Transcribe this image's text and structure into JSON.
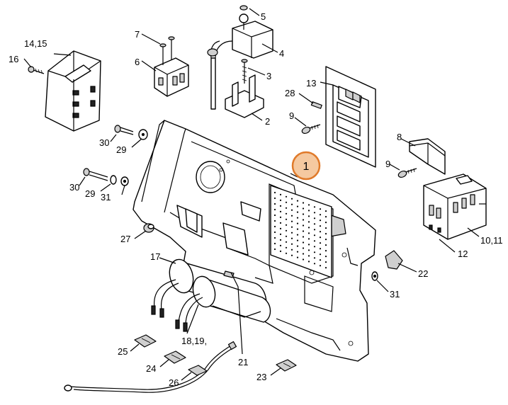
{
  "colors": {
    "highlight_fill": "#f5c9a0",
    "highlight_stroke": "#e07a2a",
    "ink": "#000000"
  },
  "callouts": {
    "c1": "1",
    "c2": "2",
    "c3": "3",
    "c4": "4",
    "c5": "5",
    "c6": "6",
    "c7": "7",
    "c8": "8",
    "c9a": "9",
    "c9b": "9",
    "c10_11": "10,11",
    "c12": "12",
    "c13": "13",
    "c14_15": "14,15",
    "c16": "16",
    "c17": "17",
    "c18_19": "18,19,",
    "c21": "21",
    "c22": "22",
    "c23": "23",
    "c24": "24",
    "c25": "25",
    "c26": "26",
    "c27": "27",
    "c28": "28",
    "c29a": "29",
    "c29b": "29",
    "c30a": "30",
    "c30b": "30",
    "c31a": "31",
    "c31b": "31"
  }
}
